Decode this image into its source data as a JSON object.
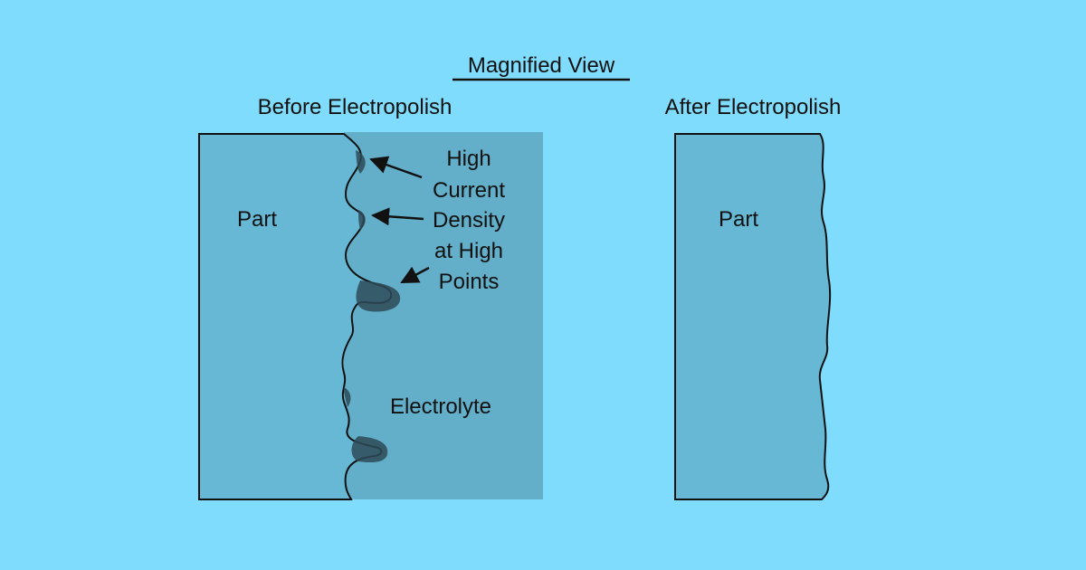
{
  "title": "Magnified View",
  "before": {
    "heading": "Before Electropolish",
    "part_label": "Part",
    "electrolyte_label": "Electrolyte",
    "annotation_lines": [
      "High",
      "Current",
      "Density",
      "at High",
      "Points"
    ]
  },
  "after": {
    "heading": "After Electropolish",
    "part_label": "Part"
  },
  "colors": {
    "background": "#80dcfc",
    "part_fill": "#67b8d4",
    "electrolyte_fill": "#63afc9",
    "high_current_shadow": "#2e4a57",
    "outline": "#111111"
  }
}
